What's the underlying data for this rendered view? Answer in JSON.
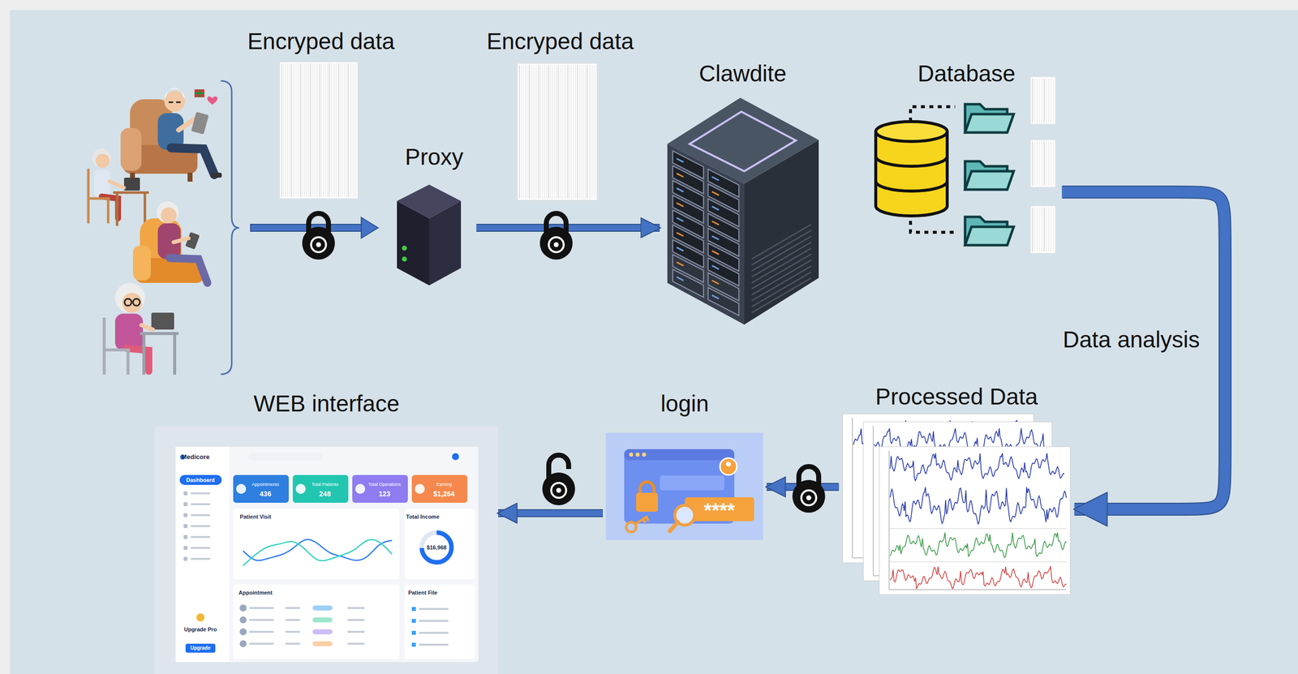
{
  "diagram": {
    "nodes": [
      {
        "text": [
          "Proxy"
        ]
      },
      {
        "text": [
          "Clawdite"
        ]
      },
      {
        "text": [
          "Database"
        ]
      },
      {
        "text": [
          "Processed Data"
        ]
      },
      {
        "text": [
          "login"
        ]
      },
      {
        "text": [
          "WEB interface"
        ]
      }
    ],
    "edges": [
      {
        "from": 0,
        "to": 1,
        "arrow": "to"
      },
      {
        "from": 2,
        "to": 3,
        "label": "Data analysis",
        "arrow": "to"
      },
      {
        "from": 3,
        "to": 4,
        "arrow": "to"
      },
      {
        "from": 4,
        "to": 5,
        "arrow": "to"
      }
    ],
    "labels": [
      "Encryped data",
      "Encryped data",
      "Medicore",
      "Dashboard",
      "Appointments",
      "436",
      "Total Patients",
      "248",
      "Total Operations",
      "123",
      "Earning",
      "$1,264",
      "Patient Visit",
      "Total Income",
      "$16,968",
      "Appointment",
      "Patient File",
      "Upgrade Pro",
      "Upgrade",
      "****"
    ]
  }
}
